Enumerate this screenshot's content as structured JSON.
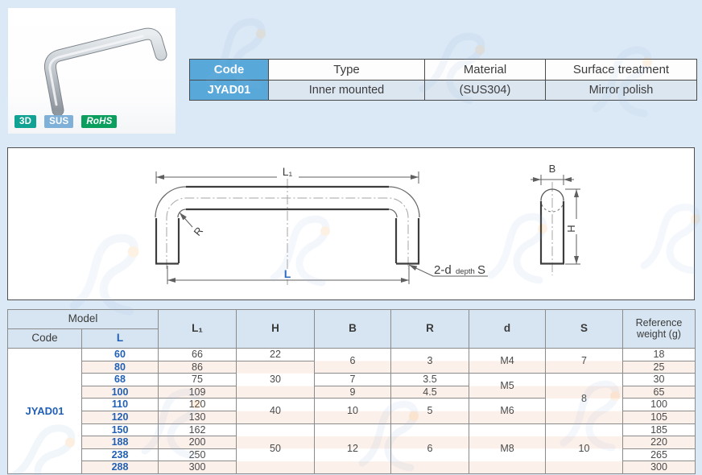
{
  "page": {
    "background": "#dbe8f5"
  },
  "product": {
    "badges": [
      {
        "label": "3D",
        "color": "#10a292"
      },
      {
        "label": "SUS",
        "color": "#7fb0d8"
      },
      {
        "label": "RoHS",
        "color": "#0b9f5d"
      }
    ]
  },
  "spec_table": {
    "headers": [
      "Code",
      "Type",
      "Material",
      "Surface treatment"
    ],
    "values": [
      "JYAD01",
      "Inner mounted",
      "(SUS304)",
      "Mirror polish"
    ],
    "accent_color": "#58a8da"
  },
  "drawing": {
    "labels": {
      "l1": "L₁",
      "l": "L",
      "r": "R",
      "b": "B",
      "h": "H",
      "hole_prefix": "2-d",
      "hole_depth": "depth",
      "hole_s": "S"
    },
    "l_label_color": "#2b6cc4"
  },
  "dim_table": {
    "headers": {
      "model": "Model",
      "code": "Code",
      "l": "L",
      "l1": "L₁",
      "h": "H",
      "b": "B",
      "r": "R",
      "d": "d",
      "s": "S",
      "weight": "Reference weight (g)"
    },
    "rows": [
      [
        {
          "t": "JYAD01",
          "rs": 10,
          "c": "code"
        },
        {
          "t": "60",
          "c": "l"
        },
        {
          "t": "66"
        },
        {
          "t": "22"
        },
        {
          "t": "6",
          "rs": 2
        },
        {
          "t": "3",
          "rs": 2
        },
        {
          "t": "M4",
          "rs": 2
        },
        {
          "t": "7",
          "rs": 2
        },
        {
          "t": "18"
        }
      ],
      [
        {
          "t": "80",
          "c": "l"
        },
        {
          "t": "86"
        },
        {
          "t": "30",
          "rs": 3
        },
        {
          "t": "25"
        }
      ],
      [
        {
          "t": "68",
          "c": "l"
        },
        {
          "t": "75"
        },
        {
          "t": "7"
        },
        {
          "t": "3.5"
        },
        {
          "t": "M5",
          "rs": 2
        },
        {
          "t": "8",
          "rs": 4
        },
        {
          "t": "30"
        }
      ],
      [
        {
          "t": "100",
          "c": "l"
        },
        {
          "t": "109"
        },
        {
          "t": "9"
        },
        {
          "t": "4.5"
        },
        {
          "t": "65"
        }
      ],
      [
        {
          "t": "110",
          "c": "l"
        },
        {
          "t": "120"
        },
        {
          "t": "40",
          "rs": 2
        },
        {
          "t": "10",
          "rs": 2
        },
        {
          "t": "5",
          "rs": 2
        },
        {
          "t": "M6",
          "rs": 2
        },
        {
          "t": "100"
        }
      ],
      [
        {
          "t": "120",
          "c": "l"
        },
        {
          "t": "130"
        },
        {
          "t": "105"
        }
      ],
      [
        {
          "t": "150",
          "c": "l"
        },
        {
          "t": "162"
        },
        {
          "t": "50",
          "rs": 4
        },
        {
          "t": "12",
          "rs": 4
        },
        {
          "t": "6",
          "rs": 4
        },
        {
          "t": "M8",
          "rs": 4
        },
        {
          "t": "10",
          "rs": 4
        },
        {
          "t": "185"
        }
      ],
      [
        {
          "t": "188",
          "c": "l"
        },
        {
          "t": "200"
        },
        {
          "t": "220"
        }
      ],
      [
        {
          "t": "238",
          "c": "l"
        },
        {
          "t": "250"
        },
        {
          "t": "265"
        }
      ],
      [
        {
          "t": "288",
          "c": "l"
        },
        {
          "t": "300"
        },
        {
          "t": "300"
        }
      ]
    ]
  }
}
